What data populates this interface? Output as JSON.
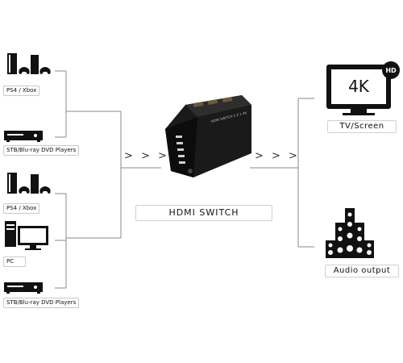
{
  "sources": [
    {
      "label": "PS4 / Xbox",
      "icon": "game-console-icon"
    },
    {
      "label": "STB/Blu-ray DVD Players",
      "icon": "dvd-player-icon"
    },
    {
      "label": "PS4 / Xbox",
      "icon": "game-console-icon"
    },
    {
      "label": "PC",
      "icon": "desktop-pc-icon"
    },
    {
      "label": "STB/Blu-ray DVD Players",
      "icon": "dvd-player-icon"
    }
  ],
  "device": {
    "name": "HDMI SWITCH",
    "icon": "hdmi-switch-device-icon",
    "body_text": "HDMI SWITCH 5 X 1 4K"
  },
  "outputs": [
    {
      "label": "TV/Screen",
      "icon": "tv-4k-icon",
      "screen_text": "4K",
      "badge": "HD"
    },
    {
      "label": "Audio output",
      "icon": "speaker-system-icon"
    }
  ],
  "arrows": {
    "left": "> > >",
    "right": "> > >"
  },
  "colors": {
    "line": "#888888",
    "icon": "#111111",
    "label_border": "#c8c8c8"
  }
}
